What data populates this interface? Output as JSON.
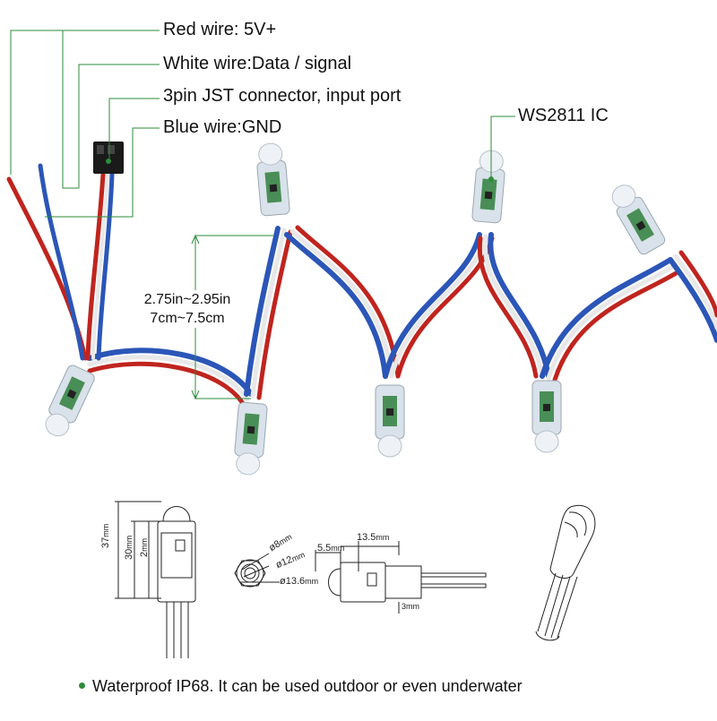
{
  "callouts": {
    "red_wire": "Red wire: 5V+",
    "white_wire": "White wire:Data / signal",
    "jst": "3pin JST connector, input port",
    "blue_wire": "Blue wire:GND",
    "ic": "WS2811 IC"
  },
  "spacing": {
    "inches": "2.75in~2.95in",
    "cm": "7cm~7.5cm"
  },
  "dimensions": {
    "total_height": "37",
    "body_height": "30",
    "base": "2",
    "unit": "mm",
    "d_small": "ø8",
    "d_mid": "ø12",
    "d_large": "ø13.6",
    "len_head": "5.5",
    "len_body": "13.5",
    "wire_gap": "3mm"
  },
  "footer": {
    "note": "Waterproof IP68.  It can be used outdoor or even underwater"
  },
  "colors": {
    "red_wire": "#c0241e",
    "white_wire": "#e8e8e8",
    "blue_wire": "#2b56b8",
    "leader": "#2e8b3a",
    "pcb": "#2f7f3c"
  }
}
